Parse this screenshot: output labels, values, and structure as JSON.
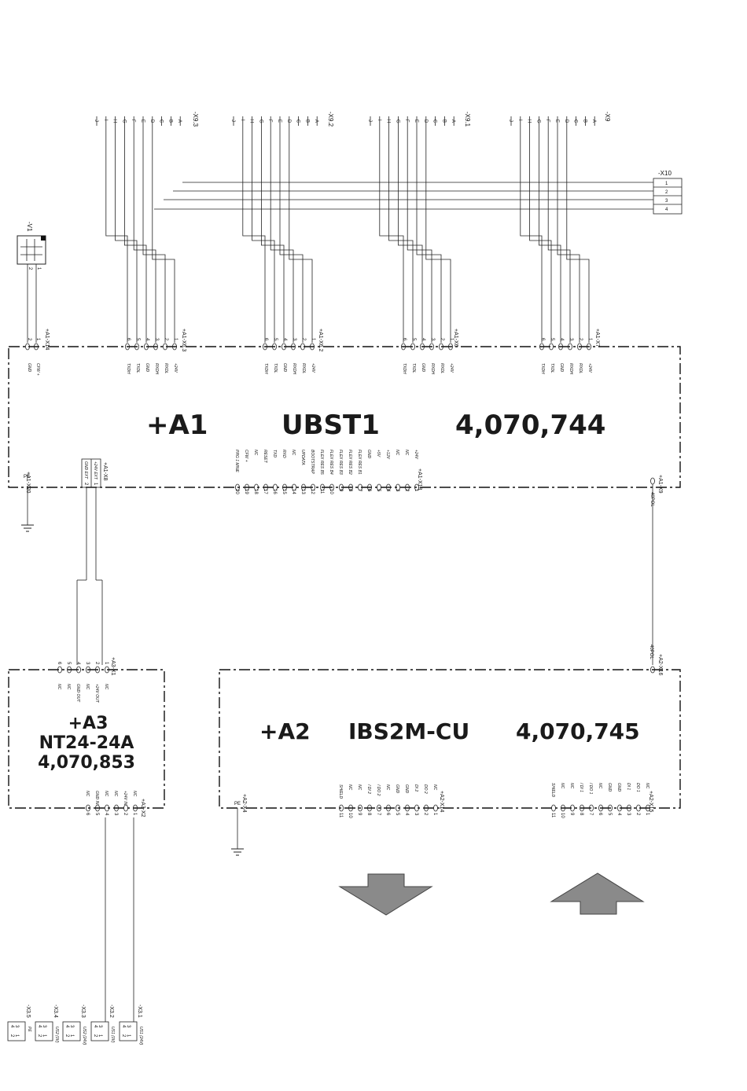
{
  "modules": {
    "a1": {
      "designation": "+A1",
      "type": "UBST1",
      "part_no": "4,070,744"
    },
    "a2": {
      "designation": "+A2",
      "type": "IBS2M-CU",
      "part_no": "4,070,745"
    },
    "a3": {
      "designation": "+A3",
      "type": "NT24-24A",
      "part_no": "4,070,853"
    }
  },
  "top_connectors": [
    {
      "name": "-X9.3",
      "pins": [
        "J",
        "I",
        "H",
        "G",
        "F",
        "E",
        "D",
        "C",
        "B",
        "A"
      ]
    },
    {
      "name": "-X9.2",
      "pins": [
        "J",
        "I",
        "H",
        "G",
        "F",
        "E",
        "D",
        "C",
        "B",
        "A"
      ]
    },
    {
      "name": "-X9.1",
      "pins": [
        "J",
        "I",
        "H",
        "G",
        "F",
        "E",
        "D",
        "C",
        "B",
        "A"
      ]
    },
    {
      "name": "-X9",
      "pins": [
        "J",
        "I",
        "H",
        "G",
        "F",
        "E",
        "D",
        "C",
        "B",
        "A"
      ]
    }
  ],
  "x10": {
    "name": "-X10",
    "pins": [
      "1",
      "2",
      "3",
      "4"
    ]
  },
  "v1": {
    "name": "-V1",
    "pins": [
      "2",
      "1"
    ]
  },
  "a1_connectors": {
    "x14": {
      "name": "+A1-X14",
      "pins": [
        "2",
        "1"
      ],
      "signals": [
        "GND",
        "CFW +"
      ]
    },
    "x6_3": {
      "name": "+A1-X6.3",
      "pins": [
        "6",
        "5",
        "4",
        "3",
        "2",
        "1"
      ],
      "signals": [
        "TXDH",
        "TXDL",
        "GND",
        "RXDH",
        "RXDL",
        "+24V"
      ]
    },
    "x6_2": {
      "name": "+A1-X6.2",
      "pins": [
        "6",
        "5",
        "4",
        "3",
        "2",
        "1"
      ],
      "signals": [
        "TXDH",
        "TXDL",
        "GND",
        "RXDH",
        "RXDL",
        "+24V"
      ]
    },
    "x6": {
      "name": "+A1-X6",
      "pins": [
        "6",
        "5",
        "4",
        "3",
        "2",
        "1"
      ],
      "signals": [
        "TXDH",
        "TXDL",
        "GND",
        "RXDH",
        "RXDL",
        "+24V"
      ]
    },
    "x7": {
      "name": "+A1-X7",
      "pins": [
        "6",
        "5",
        "4",
        "3",
        "2",
        "1"
      ],
      "signals": [
        "TXDH",
        "TXDL",
        "GND",
        "RXDH",
        "RXDL",
        "+24V"
      ]
    },
    "x20": {
      "name": "+A1-X20",
      "pe": "PE"
    },
    "x8": {
      "name": "+A1-X8",
      "pins": [
        "2",
        "1"
      ],
      "signals": [
        "GND EXT",
        "+24V EXT"
      ]
    },
    "x13": {
      "name": "+A1-X13",
      "pins": [
        "20",
        "19",
        "18",
        "17",
        "16",
        "15",
        "14",
        "13",
        "12",
        "11",
        "10",
        "9",
        "8",
        "7",
        "6",
        "5",
        "4",
        "3",
        "2",
        "1"
      ],
      "signals": [
        "PRG 1 MINE",
        "CFW +",
        "NC",
        "RESET",
        "TXD",
        "RXD",
        "NC",
        "UPDATA",
        "BOOTSTRAP",
        "FLEX RES B5",
        "FLEX RES B4",
        "FLEX RES B3",
        "FLEX RES B2",
        "FLEX RES B1",
        "GND",
        "+5V",
        "+12V",
        "NC",
        "NC",
        "+24V"
      ]
    },
    "x9": {
      "name": "+A1-X9",
      "pin_label": "40POL"
    }
  },
  "a2_connectors": {
    "x16": {
      "name": "+A2-X16",
      "pin_label": "40POL"
    },
    "x4": {
      "name": "+A2-X4",
      "pe": "PE"
    },
    "x14": {
      "name": "+A2-X14",
      "pins": [
        "11",
        "10",
        "9",
        "8",
        "7",
        "6",
        "5",
        "4",
        "3",
        "2",
        "1"
      ],
      "signals": [
        "SHIELD",
        "NC",
        "NC",
        "/ DI 2",
        "/ DO 2",
        "NC",
        "GND",
        "GND",
        "DI 2",
        "DO 2",
        "NC"
      ]
    },
    "x15": {
      "name": "+A2-X15",
      "pins": [
        "11",
        "10",
        "9",
        "8",
        "7",
        "6",
        "5",
        "4",
        "3",
        "2",
        "1"
      ],
      "signals": [
        "SHIELD",
        "NC",
        "NC",
        "/ DI 1",
        "/ DO 1",
        "NC",
        "GND",
        "GND",
        "DI 1",
        "DO 1",
        "NC"
      ]
    }
  },
  "a3_connectors": {
    "x1": {
      "name": "+A3-X1",
      "pins": [
        "6",
        "5",
        "4",
        "3",
        "2",
        "1"
      ],
      "signals": [
        "NC",
        "NC",
        "GND OUT",
        "NC",
        "+24V OUT",
        "NC"
      ]
    },
    "x2": {
      "name": "+A3-X2",
      "pins": [
        "6",
        "5",
        "4",
        "3",
        "2",
        "1"
      ],
      "signals": [
        "NC",
        "GND IN",
        "NC",
        "NC",
        "+24V IN",
        "NC"
      ]
    }
  },
  "bottom_connectors": [
    {
      "name": "-X3.5",
      "pins": [
        "4",
        "3",
        "2",
        "1"
      ],
      "label": "PE"
    },
    {
      "name": "-X3.4",
      "pins": [
        "4",
        "3",
        "2",
        "1"
      ],
      "label": "US2 (0V)"
    },
    {
      "name": "-X3.3",
      "pins": [
        "4",
        "3",
        "2",
        "1"
      ],
      "label": "US2 (24V)"
    },
    {
      "name": "-X3.2",
      "pins": [
        "4",
        "3",
        "2",
        "1"
      ],
      "label": "US1 (0V)"
    },
    {
      "name": "-X3.1",
      "pins": [
        "4",
        "3",
        "2",
        "1"
      ],
      "label": "US1 (24V)"
    }
  ],
  "colors": {
    "ink": "#1a1a1a",
    "arrow_fill": "#8a8a8a",
    "arrow_stroke": "#444444"
  },
  "arrows": [
    {
      "direction": "down"
    },
    {
      "direction": "up"
    }
  ]
}
